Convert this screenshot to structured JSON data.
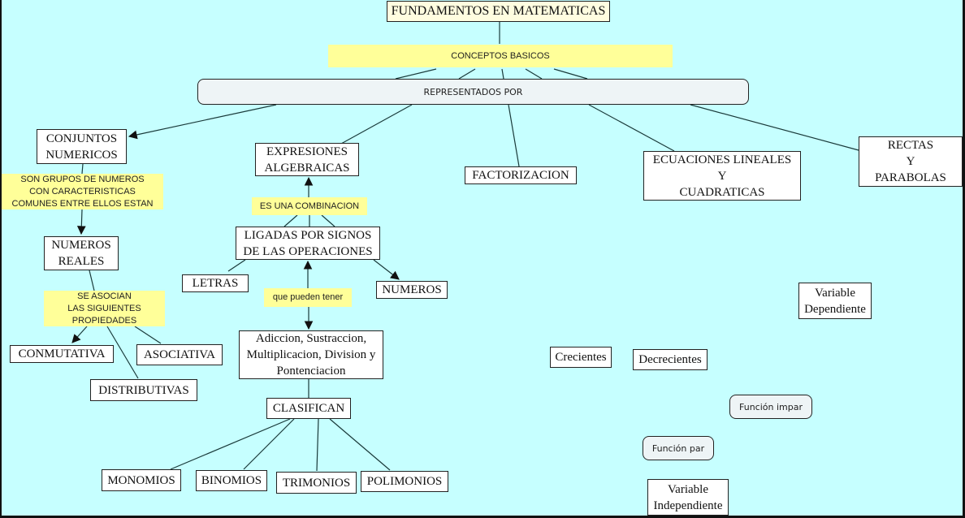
{
  "map": {
    "title": "FUNDAMENTOS EN MATEMATICAS",
    "root_link": "CONCEPTOS BASICOS",
    "hub": "REPRESENTADOS POR",
    "branches": {
      "conjuntos": "CONJUNTOS\nNUMERICOS",
      "expresiones": "EXPRESIONES\nALGEBRAICAS",
      "factorizacion": "FACTORIZACION",
      "ecuaciones": "ECUACIONES LINEALES\nY\nCUADRATICAS",
      "rectas": "RECTAS\nY\nPARABOLAS"
    },
    "conjuntos_branch": {
      "link": "SON GRUPOS DE NUMEROS\nCON CARACTERISTICAS\nCOMUNES ENTRE ELLOS ESTAN",
      "numeros_reales": "NUMEROS\nREALES",
      "prop_link": "SE ASOCIAN\nLAS SIGUIENTES\nPROPIEDADES",
      "conmutativa": "CONMUTATIVA",
      "asociativa": "ASOCIATIVA",
      "distributivas": "DISTRIBUTIVAS"
    },
    "expresiones_branch": {
      "link": "ES UNA COMBINACION",
      "ligadas": "LIGADAS POR SIGNOS\nDE LAS OPERACIONES",
      "letras": "LETRAS",
      "numeros": "NUMEROS",
      "ops_link": "que pueden tener",
      "operaciones": "Adiccion, Sustraccion,\nMultiplicacion, Division y\nPontenciacion",
      "clasifican": "CLASIFICAN",
      "monomios": "MONOMIOS",
      "binomios": "BINOMIOS",
      "trimonios": "TRIMONIOS",
      "polimonios": "POLIMONIOS"
    },
    "loose": {
      "variable_dependiente": "Variable\nDependiente",
      "crecientes": "Crecientes",
      "decrecientes": "Decrecientes",
      "funcion_impar": "Función impar",
      "funcion_par": "Función par",
      "variable_independiente": "Variable\nIndependiente"
    }
  },
  "colors": {
    "background": "#c6ffff",
    "link_label_fill": "#ffff99",
    "title_fill": "#fffde0",
    "hub_fill": "#eef4f6",
    "line": "#1a3a3a"
  }
}
